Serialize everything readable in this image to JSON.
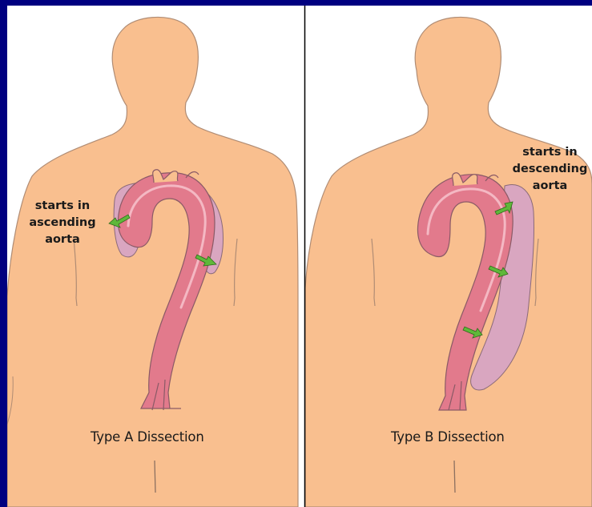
{
  "panels": [
    {
      "caption": "Type A Dissection",
      "annotation": [
        "starts in",
        "ascending",
        "aorta"
      ]
    },
    {
      "caption": "Type B Dissection",
      "annotation": [
        "starts in",
        "descending",
        "aorta"
      ]
    }
  ],
  "colors": {
    "background": "#000080",
    "skin": "#f9bf8f",
    "skin_outline": "#b08c74",
    "aorta": "#e27a8c",
    "aorta_light": "#f4b8c3",
    "false_lumen": "#d9a6c0",
    "arrow": "#5fb83a",
    "divider": "#000000"
  },
  "icons": [
    "body-silhouette",
    "aorta-illustration",
    "dissection-flap",
    "tear-arrow"
  ]
}
